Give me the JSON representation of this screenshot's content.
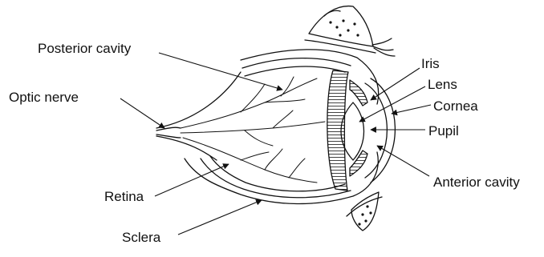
{
  "labels": {
    "posterior_cavity": "Posterior cavity",
    "optic_nerve": "Optic nerve",
    "retina": "Retina",
    "sclera": "Sclera",
    "iris": "Iris",
    "lens": "Lens",
    "cornea": "Cornea",
    "pupil": "Pupil",
    "anterior_cavity": "Anterior cavity"
  },
  "colors": {
    "line": "#111111",
    "background": "#ffffff"
  }
}
